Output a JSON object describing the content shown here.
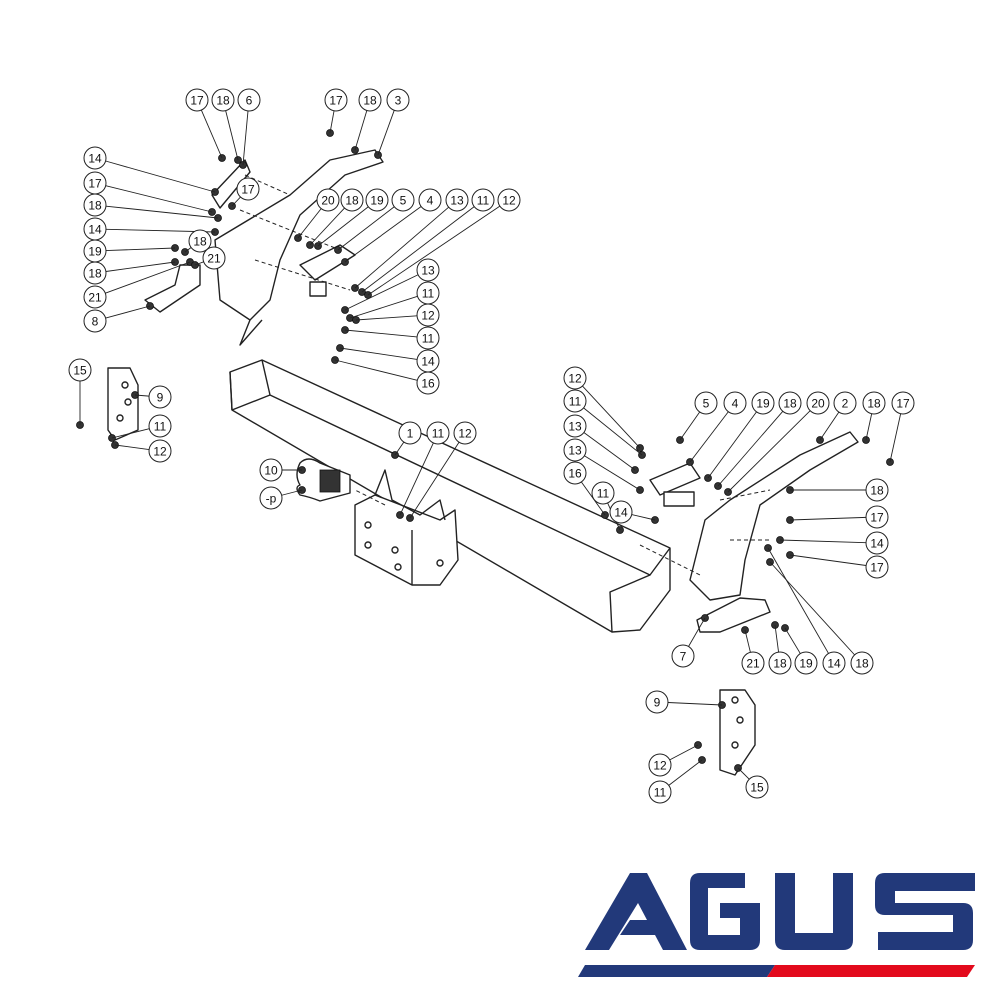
{
  "diagram": {
    "callout_labels": [
      "17",
      "18",
      "6",
      "17",
      "18",
      "3",
      "14",
      "17",
      "18",
      "14",
      "19",
      "18",
      "21",
      "8",
      "17",
      "20",
      "18",
      "19",
      "5",
      "4",
      "13",
      "11",
      "12",
      "18",
      "21",
      "13",
      "11",
      "12",
      "11",
      "14",
      "16",
      "15",
      "9",
      "11",
      "12",
      "1",
      "11",
      "12",
      "10",
      "-p",
      "12",
      "11",
      "13",
      "13",
      "16",
      "11",
      "14",
      "5",
      "4",
      "19",
      "18",
      "20",
      "2",
      "18",
      "17",
      "18",
      "17",
      "14",
      "17",
      "7",
      "21",
      "18",
      "19",
      "14",
      "18",
      "9",
      "12",
      "11",
      "15"
    ]
  },
  "logo": {
    "text": "AGUS",
    "primary_color": "#22397a",
    "accent_color": "#e30a1c"
  }
}
